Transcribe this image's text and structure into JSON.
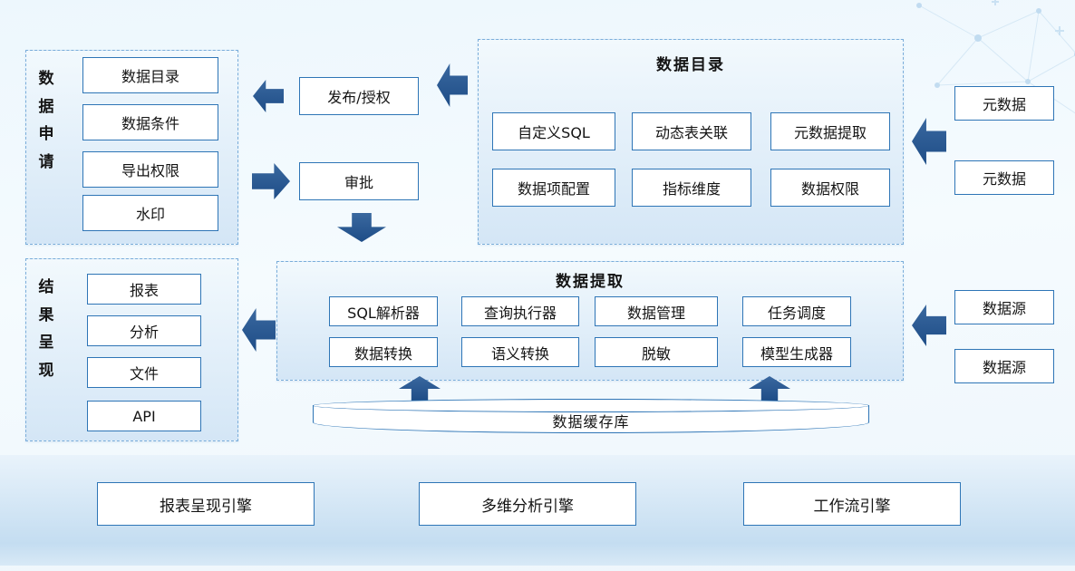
{
  "colors": {
    "arrow": "#24548f",
    "box_border": "#2e75b6",
    "panel_border": "#7aadda"
  },
  "data_application": {
    "label": "数据申请",
    "items": [
      "数据目录",
      "数据条件",
      "导出权限",
      "水印"
    ]
  },
  "flow": {
    "publish": "发布/授权",
    "approve": "审批"
  },
  "data_catalog": {
    "title": "数据目录",
    "row1": [
      "自定义SQL",
      "动态表关联",
      "元数据提取"
    ],
    "row2": [
      "数据项配置",
      "指标维度",
      "数据权限"
    ]
  },
  "metadata": [
    "元数据",
    "元数据"
  ],
  "extraction": {
    "title": "数据提取",
    "row1": [
      "SQL解析器",
      "查询执行器",
      "数据管理",
      "任务调度"
    ],
    "row2": [
      "数据转换",
      "语义转换",
      "脱敏",
      "模型生成器"
    ]
  },
  "sources": [
    "数据源",
    "数据源"
  ],
  "results": {
    "label": "结果呈现",
    "items": [
      "报表",
      "分析",
      "文件",
      "API"
    ]
  },
  "cache": {
    "label": "数据缓存库"
  },
  "engines": [
    "报表呈现引擎",
    "多维分析引擎",
    "工作流引擎"
  ]
}
